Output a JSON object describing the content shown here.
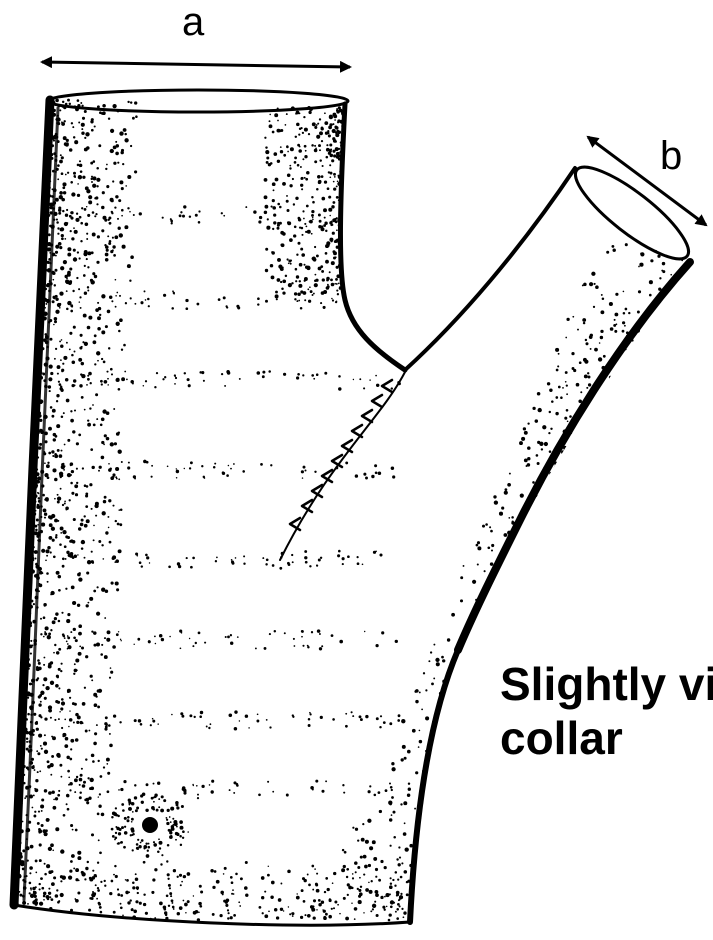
{
  "labels": {
    "a": "a",
    "b": "b"
  },
  "callout": {
    "line1": "Slightly vi",
    "line2": "collar"
  },
  "colors": {
    "ink": "#000000",
    "background": "#ffffff"
  },
  "icons": [
    "trunk-illustration",
    "branch-illustration",
    "dimension-arrow-a",
    "dimension-arrow-b"
  ]
}
